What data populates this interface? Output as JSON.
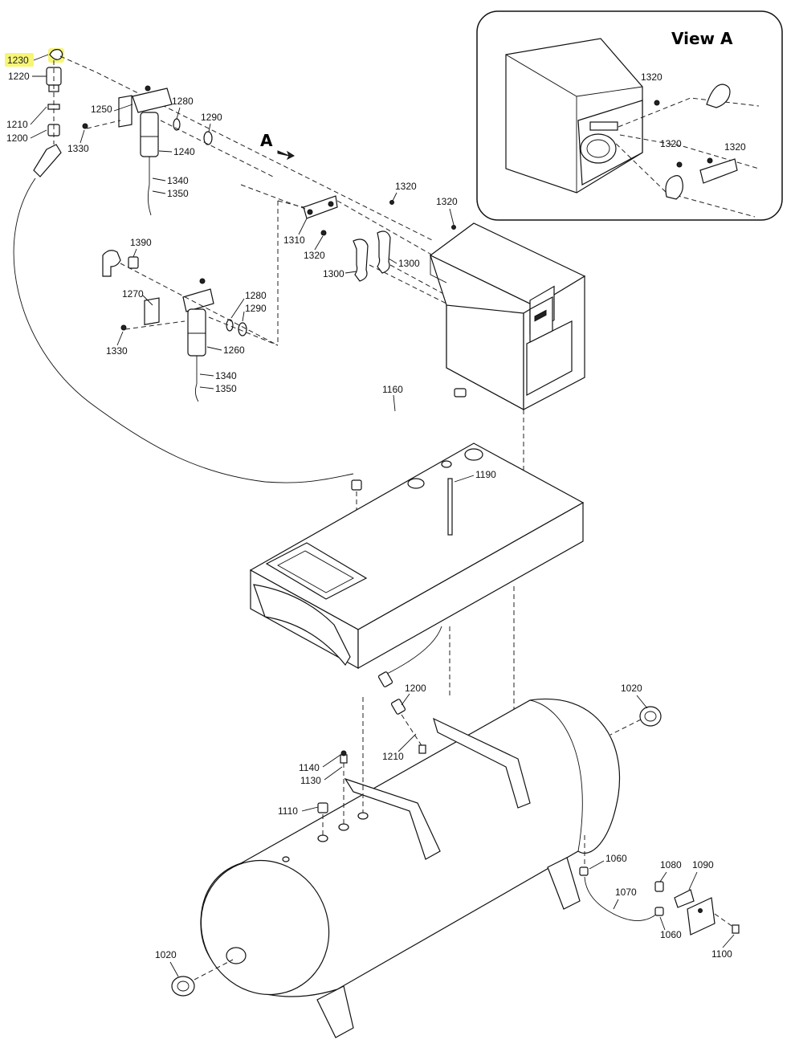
{
  "view_a": {
    "title": "View A"
  },
  "direction_marker": {
    "label": "A"
  },
  "highlight": {
    "part": "1230",
    "color": "#f6f35a"
  },
  "callouts": [
    {
      "id": "c1230",
      "text": "1230"
    },
    {
      "id": "c1220",
      "text": "1220"
    },
    {
      "id": "c1210a",
      "text": "1210"
    },
    {
      "id": "c1200a",
      "text": "1200"
    },
    {
      "id": "c1250",
      "text": "1250"
    },
    {
      "id": "c1280a",
      "text": "1280"
    },
    {
      "id": "c1290a",
      "text": "1290"
    },
    {
      "id": "c1330a",
      "text": "1330"
    },
    {
      "id": "c1240",
      "text": "1240"
    },
    {
      "id": "c1340a",
      "text": "1340"
    },
    {
      "id": "c1350a",
      "text": "1350"
    },
    {
      "id": "c1320a",
      "text": "1320"
    },
    {
      "id": "c1320b",
      "text": "1320"
    },
    {
      "id": "c1310",
      "text": "1310"
    },
    {
      "id": "c1320c",
      "text": "1320"
    },
    {
      "id": "c1300a",
      "text": "1300"
    },
    {
      "id": "c1300b",
      "text": "1300"
    },
    {
      "id": "c1390",
      "text": "1390"
    },
    {
      "id": "c1270",
      "text": "1270"
    },
    {
      "id": "c1280b",
      "text": "1280"
    },
    {
      "id": "c1290b",
      "text": "1290"
    },
    {
      "id": "c1330b",
      "text": "1330"
    },
    {
      "id": "c1260",
      "text": "1260"
    },
    {
      "id": "c1340b",
      "text": "1340"
    },
    {
      "id": "c1350b",
      "text": "1350"
    },
    {
      "id": "c1160",
      "text": "1160"
    },
    {
      "id": "c1190",
      "text": "1190"
    },
    {
      "id": "c1320d",
      "text": "1320"
    },
    {
      "id": "c1320e",
      "text": "1320"
    },
    {
      "id": "c1320f",
      "text": "1320"
    },
    {
      "id": "c1200b",
      "text": "1200"
    },
    {
      "id": "c1210b",
      "text": "1210"
    },
    {
      "id": "c1140",
      "text": "1140"
    },
    {
      "id": "c1130",
      "text": "1130"
    },
    {
      "id": "c1110",
      "text": "1110"
    },
    {
      "id": "c1020a",
      "text": "1020"
    },
    {
      "id": "c1020b",
      "text": "1020"
    },
    {
      "id": "c1060a",
      "text": "1060"
    },
    {
      "id": "c1080",
      "text": "1080"
    },
    {
      "id": "c1090",
      "text": "1090"
    },
    {
      "id": "c1070",
      "text": "1070"
    },
    {
      "id": "c1060b",
      "text": "1060"
    },
    {
      "id": "c1100",
      "text": "1100"
    }
  ]
}
